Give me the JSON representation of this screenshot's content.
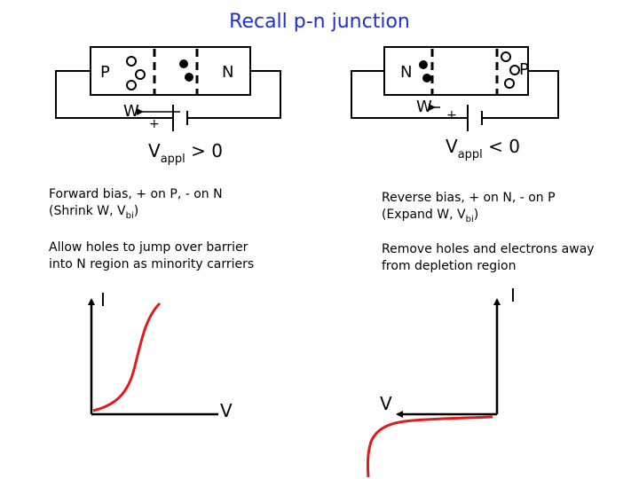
{
  "title": "Recall p-n junction",
  "forward": {
    "left_label": "P",
    "right_label": "N",
    "width_label": "W",
    "plus": "+",
    "minus": "–",
    "v_main": "V",
    "v_sub": "appl",
    "v_cond": " > 0",
    "desc1_line1": "Forward bias, + on P, - on N",
    "desc1_line2_pre": "(Shrink W, V",
    "desc1_line2_sub": "bi",
    "desc1_line2_post": ")",
    "desc2_line1": "Allow holes to jump over barrier",
    "desc2_line2": "into N region as minority carriers",
    "graph_ylabel": "I",
    "graph_xlabel": "V"
  },
  "reverse": {
    "left_label": "N",
    "right_label": "P",
    "width_label": "W",
    "plus": "+",
    "minus": "–",
    "v_main": "V",
    "v_sub": "appl",
    "v_cond": " < 0",
    "desc1_line1": "Reverse bias, + on N, - on P",
    "desc1_line2_pre": " (Expand W, V",
    "desc1_line2_sub": "bi",
    "desc1_line2_post": ")",
    "desc2_line1": "Remove holes and electrons away",
    "desc2_line2": "from depletion region",
    "graph_ylabel": "I",
    "graph_xlabel": "V"
  },
  "colors": {
    "title": "#1f2fd0",
    "curve": "#e01b1b",
    "ink": "#000000"
  }
}
